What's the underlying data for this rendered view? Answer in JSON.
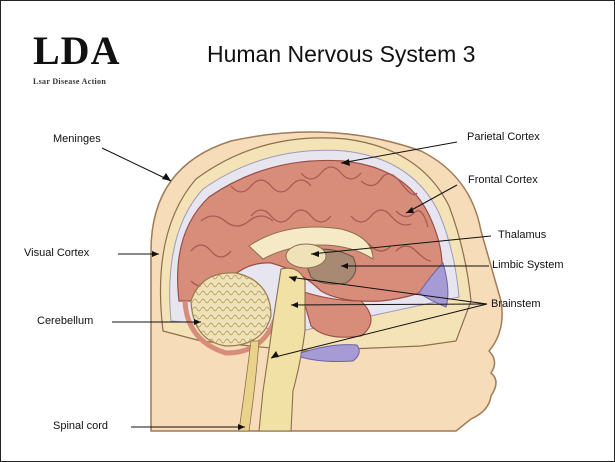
{
  "logo": {
    "letters": "LDA",
    "tagline": "Lsar Disease Action"
  },
  "slide": {
    "title": "Human Nervous System 3"
  },
  "labels": {
    "meninges": "Meninges",
    "parietal_cortex": "Parietal Cortex",
    "frontal_cortex": "Frontal Cortex",
    "thalamus": "Thalamus",
    "visual_cortex": "Visual Cortex",
    "limbic_system": "Limbic System",
    "brainstem": "Brainstem",
    "cerebellum": "Cerebellum",
    "spinal_cord": "Spinal cord"
  },
  "colors": {
    "cortex": "#d88d7b",
    "cortex_fold": "#b8655a",
    "skull": "#f4e3b6",
    "skin": "#f6dcb8",
    "meninges_band": "#e7e6f0",
    "ventricle": "#a79bd6",
    "cerebellum": "#eee0b6",
    "brainstem": "#f1e1a5"
  }
}
